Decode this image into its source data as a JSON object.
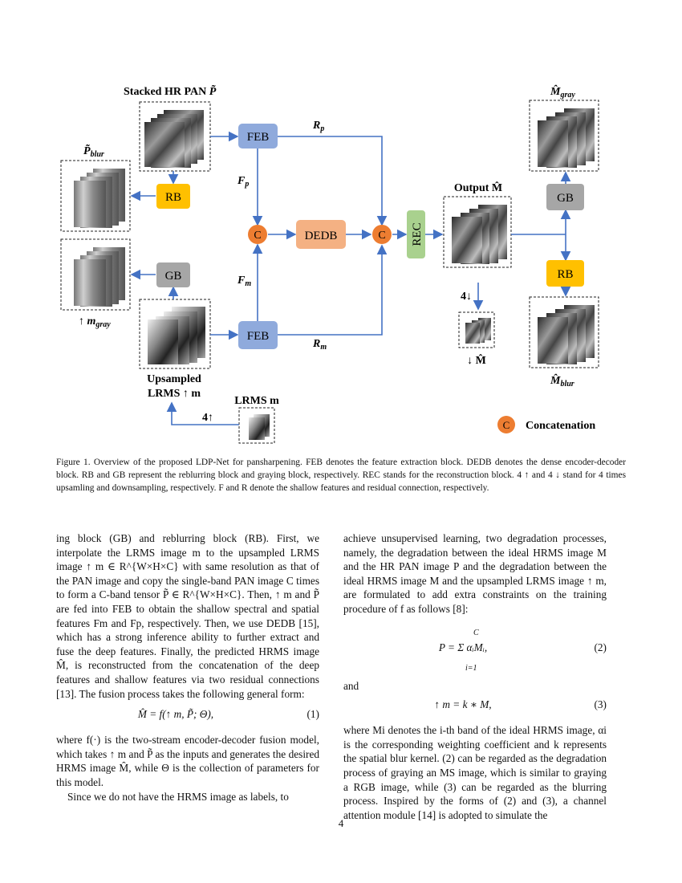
{
  "figure": {
    "labels": {
      "stacked_pan": "Stacked HR PAN",
      "stacked_pan_sym": "P̃",
      "p_blur": "P̃",
      "p_blur_sub": "blur",
      "up_mgray": "↑ m",
      "up_mgray_sub": "gray",
      "upsampled_line1": "Upsampled",
      "upsampled_line2": "LRMS ↑ m",
      "lrms": "LRMS m",
      "up4": "4↑",
      "down4": "4↓",
      "output": "Output M̂",
      "m_gray": "M̂",
      "m_gray_sub": "gray",
      "m_blur": "M̂",
      "m_blur_sub": "blur",
      "down_m": "↓ M̂",
      "rp": "R",
      "rp_sub": "p",
      "rm": "R",
      "rm_sub": "m",
      "fp": "F",
      "fp_sub": "p",
      "fm": "F",
      "fm_sub": "m",
      "legend_symbol": "C",
      "legend": "Concatenation"
    },
    "blocks": {
      "feb_top": "FEB",
      "feb_bottom": "FEB",
      "dedb": "DEDB",
      "rec": "REC",
      "rb_left": "RB",
      "gb_left": "GB",
      "gb_right": "GB",
      "rb_right": "RB",
      "concat1": "C",
      "concat2": "C"
    },
    "colors": {
      "feb": "#8faadc",
      "dedb": "#f4b183",
      "rec": "#a9d18e",
      "rb": "#ffc000",
      "gb": "#a6a6a6",
      "concat": "#ed7d31",
      "arrow": "#4472c4"
    }
  },
  "caption": "Figure 1. Overview of the proposed LDP-Net for pansharpening. FEB denotes the feature extraction block. DEDB denotes the dense encoder-decoder block. RB and GB represent the reblurring block and graying block, respectively. REC stands for the reconstruction block. 4 ↑ and 4 ↓ stand for 4 times upsamling and downsampling, respectively. F and R denote the shallow features and residual connection, respectively.",
  "left_column": {
    "p1": "ing block (GB) and reblurring block (RB). First, we interpolate the LRMS image m to the upsampled LRMS image ↑ m ∈ R^{W×H×C} with same resolution as that of the PAN image and copy the single-band PAN image C times to form a C-band tensor P̃ ∈ R^{W×H×C}. Then, ↑ m and P̃ are fed into FEB to obtain the shallow spectral and spatial features Fm and Fp, respectively. Then, we use DEDB [15], which has a strong inference ability to further extract and fuse the deep features. Finally, the predicted HRMS image M̂, is reconstructed from the concatenation of the deep features and shallow features via two residual connections [13]. The fusion process takes the following general form:",
    "eq1": "M̂ = f(↑ m, P̃; Θ),",
    "eq1_num": "(1)",
    "p2": "where f(·) is the two-stream encoder-decoder fusion model, which takes ↑ m and P̃ as the inputs and generates the desired HRMS image M̂, while Θ is the collection of parameters for this model.",
    "p3": "Since we do not have the HRMS image as labels, to"
  },
  "right_column": {
    "p1": "achieve unsupervised learning, two degradation processes, namely, the degradation between the ideal HRMS image M and the HR PAN image P and the degradation between the ideal HRMS image M and the upsampled LRMS image ↑ m, are formulated to add extra constraints on the training procedure of f as follows [8]:",
    "eq2": "P = Σ αᵢMᵢ,",
    "eq2_top": "C",
    "eq2_bottom": "i=1",
    "eq2_num": "(2)",
    "and": "and",
    "eq3": "↑ m = k ∗ M,",
    "eq3_num": "(3)",
    "p2": "where Mi denotes the i-th band of the ideal HRMS image, αi is the corresponding weighting coefficient and k represents the spatial blur kernel. (2) can be regarded as the degradation process of graying an MS image, which is similar to graying a RGB image, while (3) can be regarded as the blurring process. Inspired by the forms of (2) and (3), a channel attention module [14] is adopted to simulate the"
  },
  "page_number": "4"
}
